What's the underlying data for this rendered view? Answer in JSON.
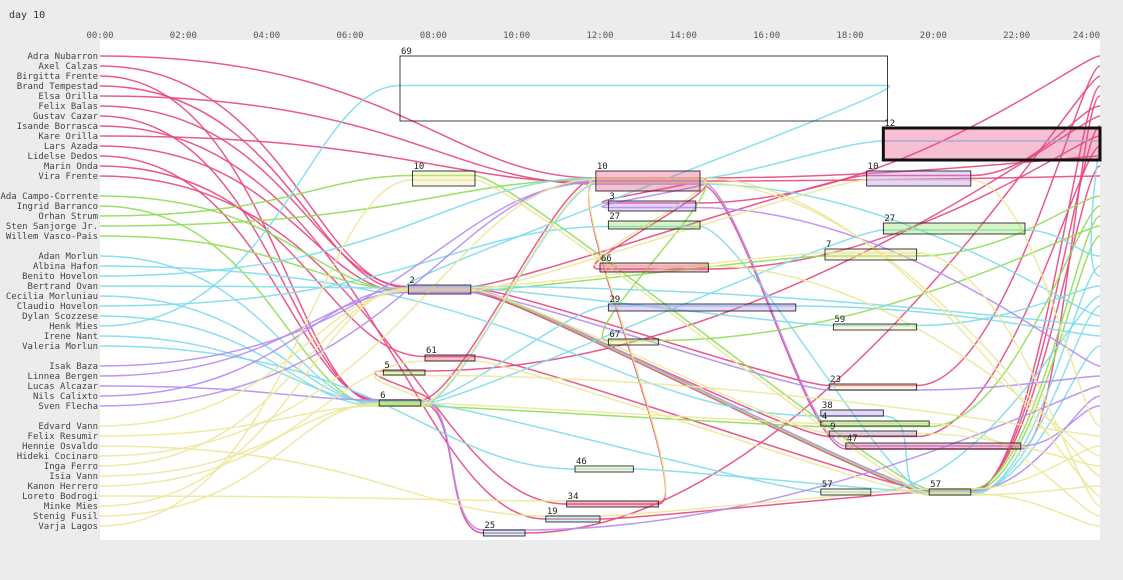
{
  "title": "day 10",
  "chart_data": {
    "type": "timeline",
    "x_ticks": [
      "00:00",
      "02:00",
      "04:00",
      "06:00",
      "08:00",
      "10:00",
      "12:00",
      "14:00",
      "16:00",
      "18:00",
      "20:00",
      "22:00",
      "24:00"
    ],
    "x_range_hours": [
      0,
      24
    ],
    "palette": {
      "red": "#e8487f",
      "green": "#8fde55",
      "cyan": "#7fdcec",
      "purple": "#b68cf2",
      "yellow": "#ece89a"
    },
    "groups": [
      {
        "people": [
          "Adra Nubarron",
          "Axel Calzas",
          "Birgitta Frente",
          "Brand Tempestad",
          "Elsa Orilla",
          "Felix Balas",
          "Gustav Cazar",
          "Isande Borrasca",
          "Kare Orilla",
          "Lars Azada",
          "Lidelse Dedos",
          "Marin Onda",
          "Vira Frente"
        ]
      },
      {
        "people": [
          "Ada Campo-Corrente",
          "Ingrid Barranco",
          "Orhan Strum",
          "Sten Sanjorge Jr.",
          "Willem Vasco-Pais"
        ]
      },
      {
        "people": [
          "Adan Morlun",
          "Albina Hafon",
          "Benito Hovelon",
          "Bertrand Ovan",
          "Cecilia Morluniau",
          "Claudio Hovelon",
          "Dylan Scozzese",
          "Henk Mies",
          "Irene Nant",
          "Valeria Morlun"
        ]
      },
      {
        "people": [
          "Isak Baza",
          "Linnea Bergen",
          "Lucas Alcazar",
          "Nils Calixto",
          "Sven Flecha"
        ]
      },
      {
        "people": [
          "Edvard Vann",
          "Felix Resumir",
          "Hennie Osvaldo",
          "Hideki Cocinaro",
          "Inga Ferro",
          "Isia Vann",
          "Kanon Herrero",
          "Loreto Bodrogi",
          "Minke Mies",
          "Stenig Fusil",
          "Varja Lagos"
        ]
      }
    ],
    "locations": [
      {
        "label": "69",
        "start": 7.2,
        "end": 18.9,
        "top_row": 0,
        "bottom_row": 6.5,
        "color": "none",
        "highlight": false
      },
      {
        "label": "12",
        "start": 18.8,
        "end": 24.0,
        "top_row": 7.2,
        "bottom_row": 10.4,
        "color": "#e8487f",
        "highlight": true
      },
      {
        "label": "10",
        "start": 7.5,
        "end": 9.0,
        "top_row": 11.5,
        "bottom_row": 13.0,
        "color": "#ece89a",
        "highlight": false
      },
      {
        "label": "10",
        "start": 11.9,
        "end": 14.4,
        "top_row": 11.5,
        "bottom_row": 13.5,
        "color": "#e8487f",
        "highlight": false
      },
      {
        "label": "10",
        "start": 18.4,
        "end": 20.9,
        "top_row": 11.5,
        "bottom_row": 13.0,
        "color": "#b68cf2",
        "highlight": false
      },
      {
        "label": "3",
        "start": 12.2,
        "end": 14.3,
        "top_row": 14.5,
        "bottom_row": 15.5,
        "color": "#b68cf2",
        "highlight": false
      },
      {
        "label": "27",
        "start": 12.2,
        "end": 14.4,
        "top_row": 16.5,
        "bottom_row": 17.3,
        "color": "#8fde55",
        "highlight": false
      },
      {
        "label": "27",
        "start": 18.8,
        "end": 22.2,
        "top_row": 16.7,
        "bottom_row": 17.8,
        "color": "#8fde55",
        "highlight": false
      },
      {
        "label": "7",
        "start": 17.4,
        "end": 19.6,
        "top_row": 19.3,
        "bottom_row": 20.4,
        "color": "#ece89a",
        "highlight": false
      },
      {
        "label": "66",
        "start": 12.0,
        "end": 14.6,
        "top_row": 20.7,
        "bottom_row": 21.6,
        "color": "#e8487f",
        "highlight": false
      },
      {
        "label": "2",
        "start": 7.4,
        "end": 8.9,
        "top_row": 22.9,
        "bottom_row": 23.8,
        "color": "#b68cf2",
        "highlight": false
      },
      {
        "label": "29",
        "start": 12.2,
        "end": 16.7,
        "top_row": 24.8,
        "bottom_row": 25.5,
        "color": "#b68cf2",
        "highlight": false
      },
      {
        "label": "59",
        "start": 17.6,
        "end": 19.6,
        "top_row": 26.8,
        "bottom_row": 27.4,
        "color": "#ece89a",
        "highlight": false
      },
      {
        "label": "67",
        "start": 12.2,
        "end": 13.4,
        "top_row": 28.3,
        "bottom_row": 28.9,
        "color": "#ece89a",
        "highlight": false
      },
      {
        "label": "61",
        "start": 7.8,
        "end": 9.0,
        "top_row": 29.9,
        "bottom_row": 30.5,
        "color": "#e8487f",
        "highlight": false
      },
      {
        "label": "5",
        "start": 6.8,
        "end": 7.8,
        "top_row": 31.4,
        "bottom_row": 31.9,
        "color": "#8fde55",
        "highlight": false
      },
      {
        "label": "23",
        "start": 17.5,
        "end": 19.6,
        "top_row": 32.8,
        "bottom_row": 33.4,
        "color": "#ece89a",
        "highlight": false
      },
      {
        "label": "6",
        "start": 6.7,
        "end": 7.7,
        "top_row": 34.4,
        "bottom_row": 35.0,
        "color": "#8fde55",
        "highlight": false
      },
      {
        "label": "38",
        "start": 17.3,
        "end": 18.8,
        "top_row": 35.4,
        "bottom_row": 36.0,
        "color": "#b68cf2",
        "highlight": false
      },
      {
        "label": "4",
        "start": 17.3,
        "end": 19.9,
        "top_row": 36.5,
        "bottom_row": 37.0,
        "color": "#8fde55",
        "highlight": false
      },
      {
        "label": "9",
        "start": 17.5,
        "end": 19.6,
        "top_row": 37.5,
        "bottom_row": 38.0,
        "color": "#b68cf2",
        "highlight": false
      },
      {
        "label": "47",
        "start": 17.9,
        "end": 22.1,
        "top_row": 38.7,
        "bottom_row": 39.3,
        "color": "#e8487f",
        "highlight": false
      },
      {
        "label": "46",
        "start": 11.4,
        "end": 12.8,
        "top_row": 41.0,
        "bottom_row": 41.6,
        "color": "#ece89a",
        "highlight": false
      },
      {
        "label": "57",
        "start": 17.3,
        "end": 18.5,
        "top_row": 43.3,
        "bottom_row": 43.9,
        "color": "#ece89a",
        "highlight": false
      },
      {
        "label": "57",
        "start": 19.9,
        "end": 20.9,
        "top_row": 43.3,
        "bottom_row": 43.9,
        "color": "#ece89a",
        "highlight": false
      },
      {
        "label": "34",
        "start": 11.2,
        "end": 13.4,
        "top_row": 44.5,
        "bottom_row": 45.1,
        "color": "#e8487f",
        "highlight": false
      },
      {
        "label": "19",
        "start": 10.7,
        "end": 12.0,
        "top_row": 46.0,
        "bottom_row": 46.6,
        "color": "#7fdcec",
        "highlight": false
      },
      {
        "label": "25",
        "start": 9.2,
        "end": 10.2,
        "top_row": 47.4,
        "bottom_row": 48.0,
        "color": "#7fdcec",
        "highlight": false
      }
    ]
  }
}
